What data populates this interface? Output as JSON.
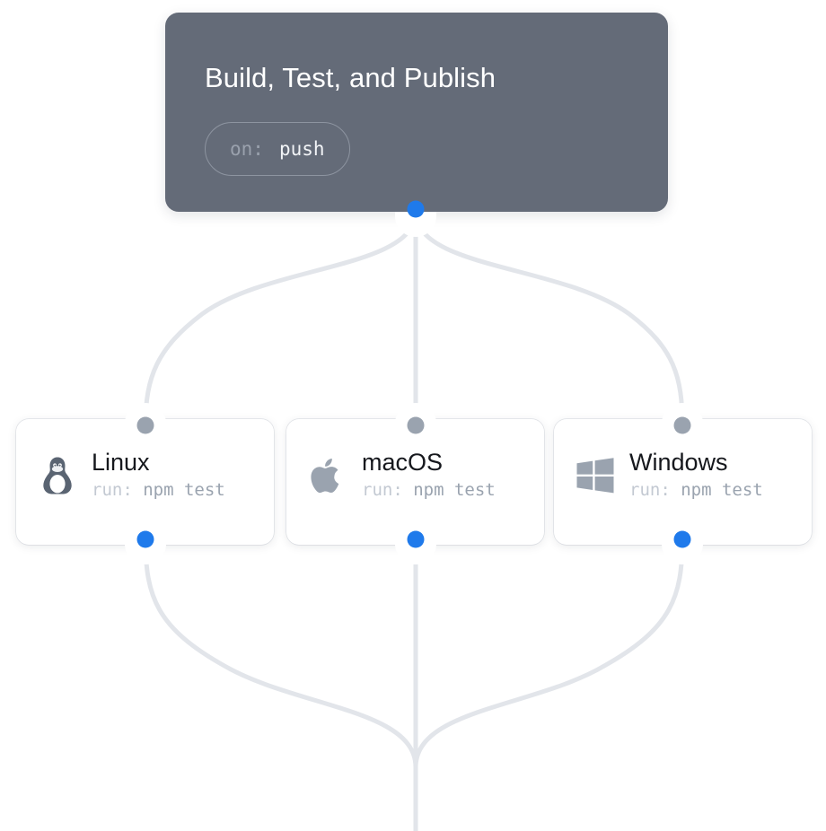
{
  "graph": {
    "background": "#ffffff",
    "edge_color": "#e2e5ea",
    "accent_blue": "#1f7aeb",
    "handle_gray": "#9aa3af"
  },
  "trigger": {
    "title": "Build, Test, and Publish",
    "badge_key": "on:",
    "badge_value": "push",
    "background": "#646b78",
    "title_color": "#ffffff",
    "source_handle": "trigger-source-handle"
  },
  "jobs": [
    {
      "name": "Linux",
      "command_key": "run:",
      "command_value": "npm test",
      "icon": "linux-penguin-icon",
      "icon_color": "#5a6472",
      "target_handle": "linux-target-handle",
      "source_handle": "linux-source-handle"
    },
    {
      "name": "macOS",
      "command_key": "run:",
      "command_value": "npm test",
      "icon": "apple-logo-icon",
      "icon_color": "#9aa3af",
      "target_handle": "macos-target-handle",
      "source_handle": "macos-source-handle"
    },
    {
      "name": "Windows",
      "command_key": "run:",
      "command_value": "npm test",
      "icon": "windows-logo-icon",
      "icon_color": "#9aa3af",
      "target_handle": "windows-target-handle",
      "source_handle": "windows-source-handle"
    }
  ]
}
